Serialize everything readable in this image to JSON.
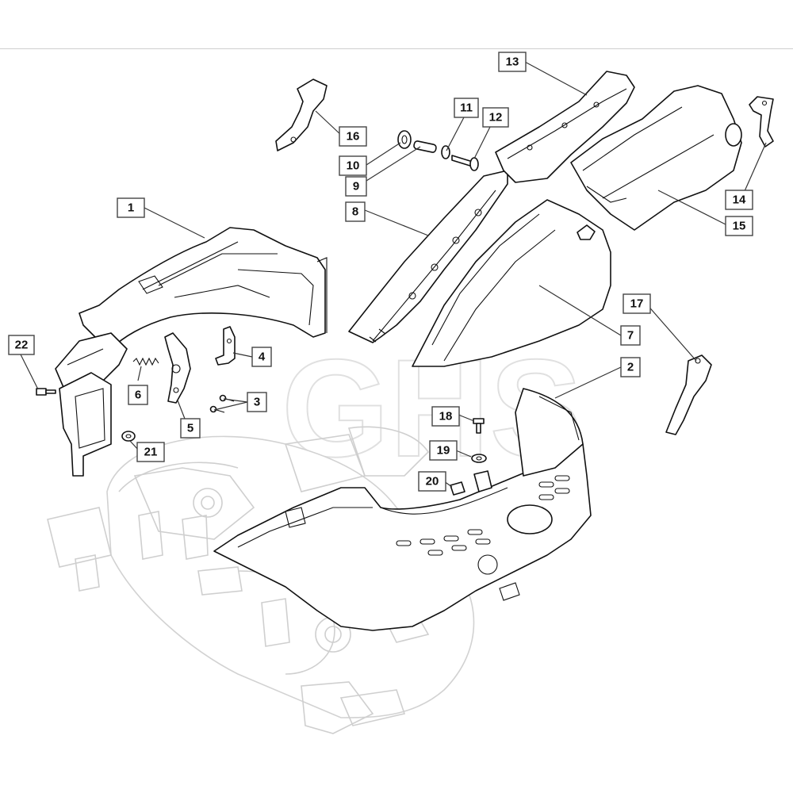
{
  "watermark": "GHS",
  "callouts": [
    {
      "id": "1",
      "label": "1"
    },
    {
      "id": "2",
      "label": "2"
    },
    {
      "id": "3",
      "label": "3"
    },
    {
      "id": "4",
      "label": "4"
    },
    {
      "id": "5",
      "label": "5"
    },
    {
      "id": "6",
      "label": "6"
    },
    {
      "id": "7",
      "label": "7"
    },
    {
      "id": "8",
      "label": "8"
    },
    {
      "id": "9",
      "label": "9"
    },
    {
      "id": "10",
      "label": "10"
    },
    {
      "id": "11",
      "label": "11"
    },
    {
      "id": "12",
      "label": "12"
    },
    {
      "id": "13",
      "label": "13"
    },
    {
      "id": "14",
      "label": "14"
    },
    {
      "id": "15",
      "label": "15"
    },
    {
      "id": "16",
      "label": "16"
    },
    {
      "id": "17",
      "label": "17"
    },
    {
      "id": "18",
      "label": "18"
    },
    {
      "id": "19",
      "label": "19"
    },
    {
      "id": "20",
      "label": "20"
    },
    {
      "id": "21",
      "label": "21"
    },
    {
      "id": "22",
      "label": "22"
    }
  ]
}
